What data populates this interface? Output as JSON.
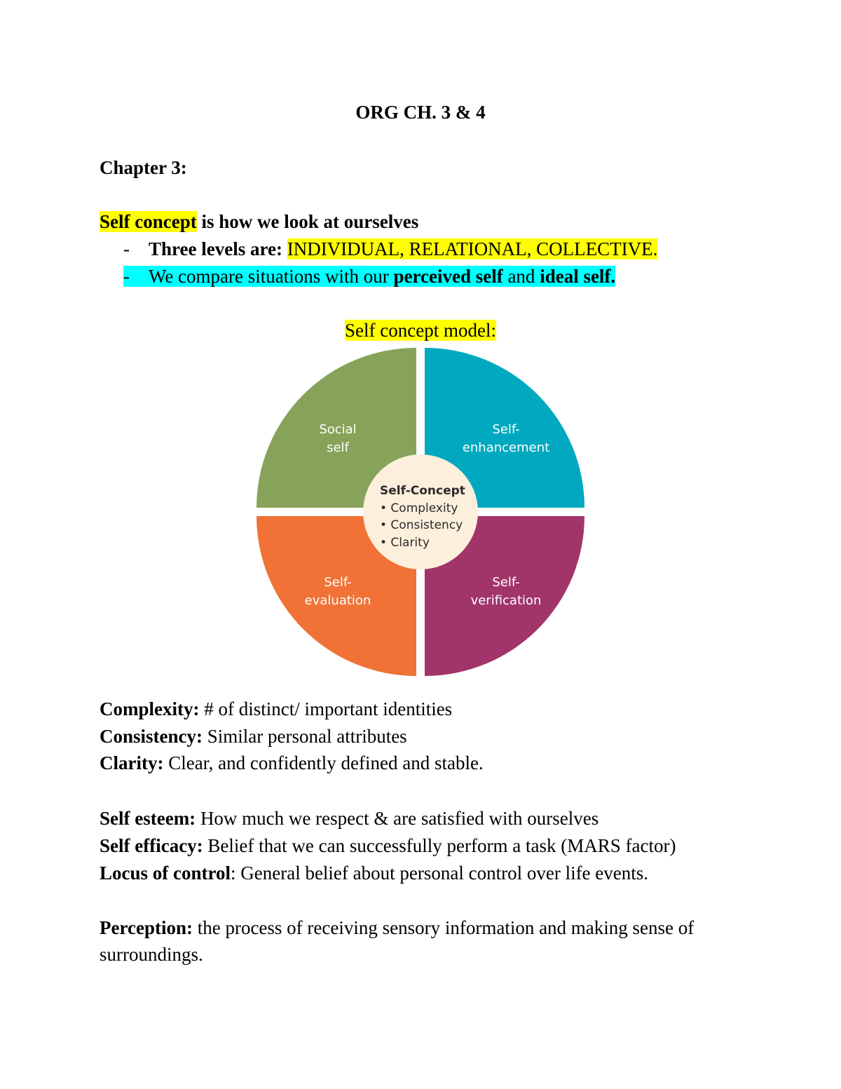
{
  "title": "ORG CH. 3 & 4",
  "chapter_heading": "Chapter 3:",
  "self_concept": {
    "term": "Self concept",
    "rest": " is how we look at ourselves",
    "bullets": [
      {
        "dash": "-",
        "prefix": "Three levels are: ",
        "highlight": "INDIVIDUAL, RELATIONAL, COLLECTIVE."
      },
      {
        "dash": "-",
        "t1": "We compare situations with our ",
        "b1": "perceived self",
        "t2": " and ",
        "b2": "ideal self."
      }
    ]
  },
  "model_caption": "Self concept model:",
  "diagram": {
    "colors": {
      "social": "#87a35a",
      "enhancement": "#00a9bf",
      "evaluation": "#f07236",
      "verification": "#a1356a",
      "center": "#fcefdc"
    },
    "quadrants": {
      "social": [
        "Social",
        "self"
      ],
      "enhancement": [
        "Self-",
        "enhancement"
      ],
      "evaluation": [
        "Self-",
        "evaluation"
      ],
      "verification": [
        "Self-",
        "verification"
      ]
    },
    "center_title": "Self-Concept",
    "center_items": [
      "• Complexity",
      "• Consistency",
      "• Clarity"
    ]
  },
  "definitions_a": [
    {
      "term": "Complexity:",
      "text": " # of distinct/ important identities"
    },
    {
      "term": "Consistency:",
      "text": " Similar personal attributes"
    },
    {
      "term": "Clarity:",
      "text": " Clear, and confidently defined and stable."
    }
  ],
  "definitions_b": [
    {
      "term": "Self esteem:",
      "text": " How much we respect & are satisfied with ourselves"
    },
    {
      "term": "Self efficacy:",
      "text": " Belief that we can successfully perform a task (MARS factor)"
    },
    {
      "term": "Locus of control",
      "text": ": General belief about personal control over life events."
    }
  ],
  "perception": {
    "term": "Perception:",
    "text": " the process of receiving sensory information and making sense of surroundings."
  }
}
